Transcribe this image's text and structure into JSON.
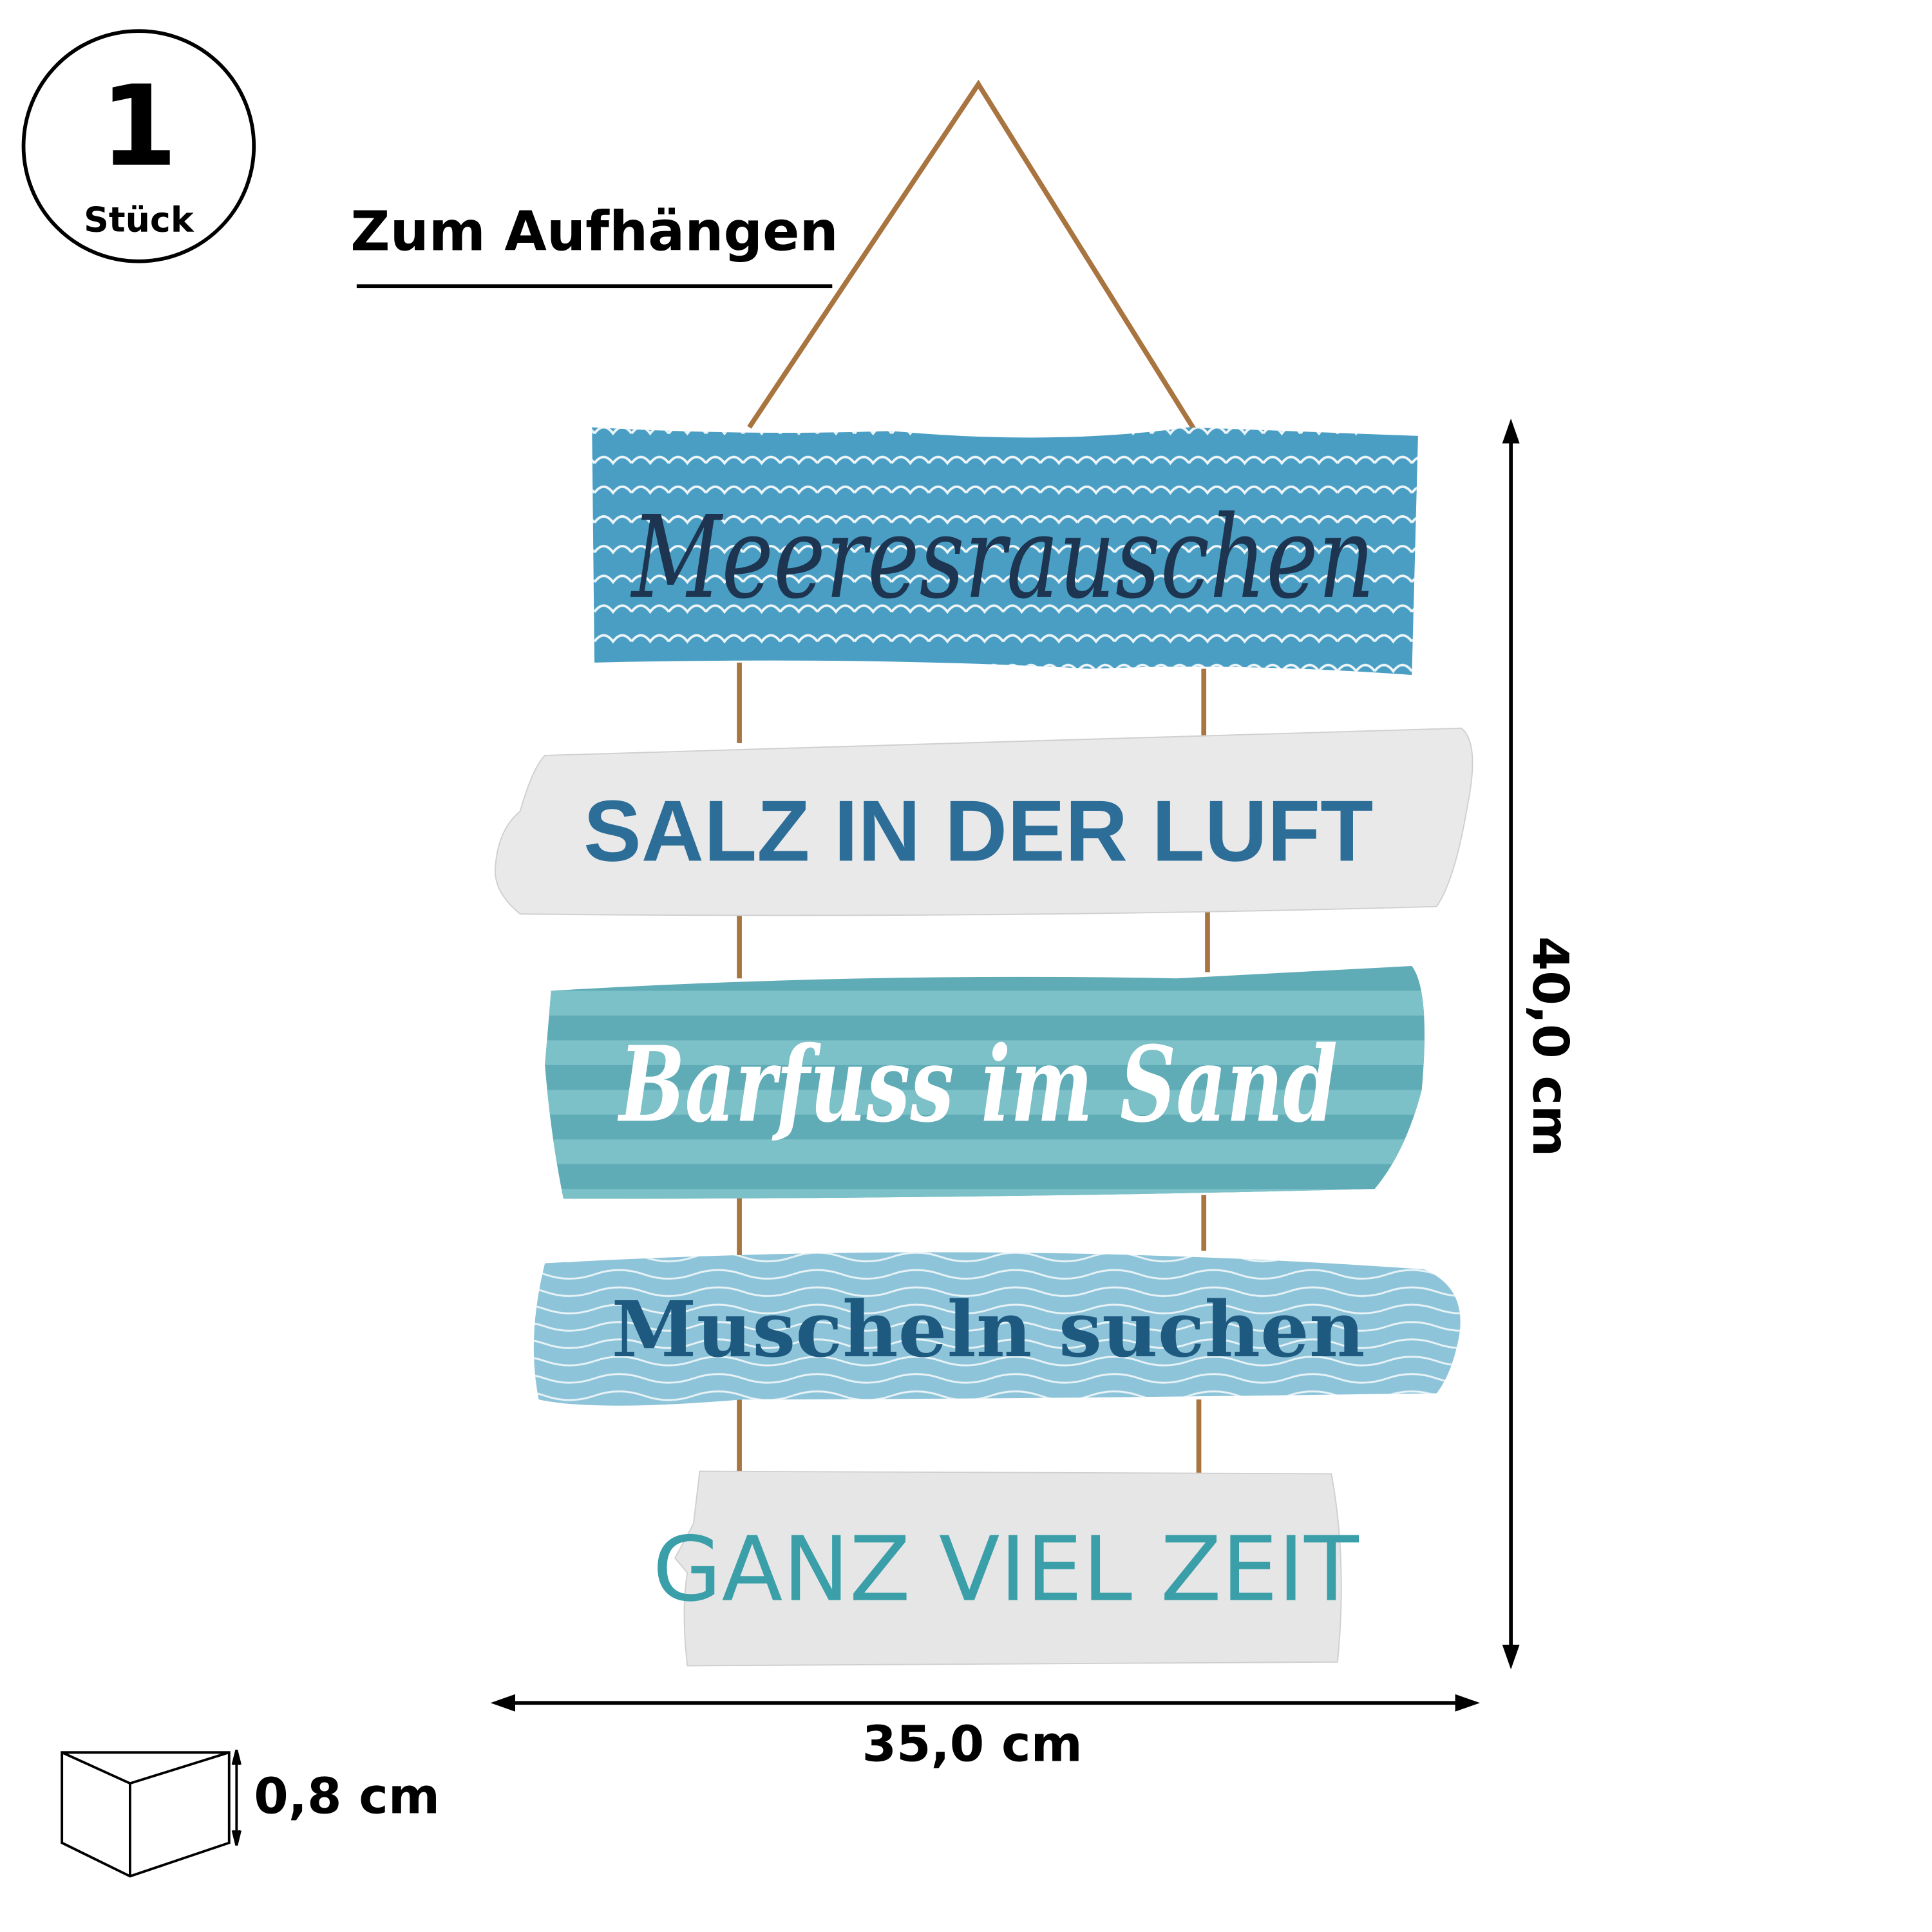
{
  "badge": {
    "count": "1",
    "unit": "Stück"
  },
  "hanging_label": "Zum Aufhängen",
  "signs": [
    {
      "text": "Meeresrauschen",
      "color": "#4a9ec3",
      "text_color": "#1d3550"
    },
    {
      "text": "SALZ IN DER LUFT",
      "color": "#e9e9e9",
      "text_color": "#2d6e98"
    },
    {
      "text": "Barfuss im Sand",
      "color": "#5fabb6",
      "text_color": "#ffffff"
    },
    {
      "text": "Muscheln suchen",
      "color": "#8ec4d9",
      "text_color": "#1e5a80"
    },
    {
      "text": "GANZ VIEL ZEIT",
      "color": "#e6e6e6",
      "text_color": "#3a9fa8"
    }
  ],
  "dimensions": {
    "height": "40,0 cm",
    "width": "35,0 cm",
    "depth": "0,8 cm"
  }
}
